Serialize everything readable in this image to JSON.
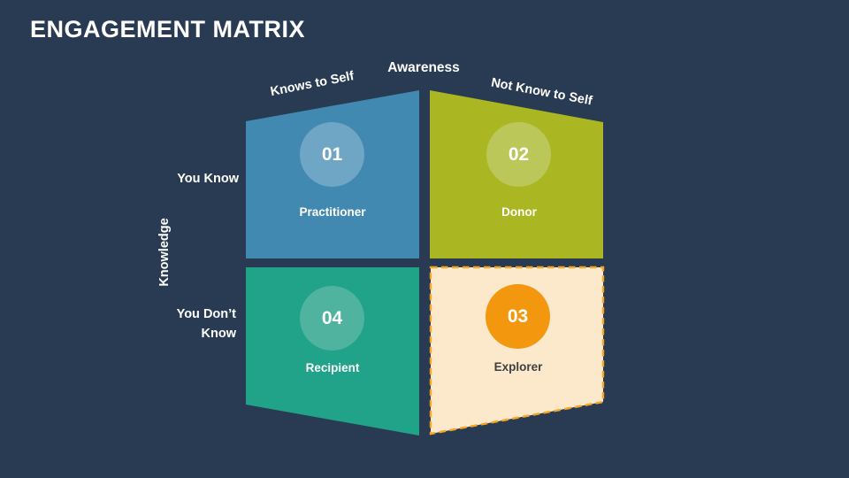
{
  "slide": {
    "title": "ENGAGEMENT MATRIX",
    "background_color": "#283B52",
    "title_color": "#FFFFFF"
  },
  "axes": {
    "top": {
      "label": "Awareness",
      "left_tick": "Knows to Self",
      "right_tick": "Not Know to Self"
    },
    "left": {
      "label": "Knowledge",
      "top_tick": "You Know",
      "bottom_tick": "You Don’t Know"
    }
  },
  "quadrants": [
    {
      "position": "top-left",
      "number": "01",
      "label": "Practitioner",
      "fill": "#4289B2",
      "circle_color": "#6FA6C5",
      "text_color": "#FFFFFF"
    },
    {
      "position": "top-right",
      "number": "02",
      "label": "Donor",
      "fill": "#AAB723",
      "circle_color": "#BCC75A",
      "text_color": "#FFFFFF"
    },
    {
      "position": "bottom-right",
      "number": "03",
      "label": "Explorer",
      "fill": "#FCE9CC",
      "circle_color": "#F2970E",
      "text_color": "#3F3F3F",
      "border_color": "#F5A623",
      "border_style": "dashed"
    },
    {
      "position": "bottom-left",
      "number": "04",
      "label": "Recipient",
      "fill": "#20A388",
      "circle_color": "#4FB3A0",
      "text_color": "#FFFFFF"
    }
  ]
}
